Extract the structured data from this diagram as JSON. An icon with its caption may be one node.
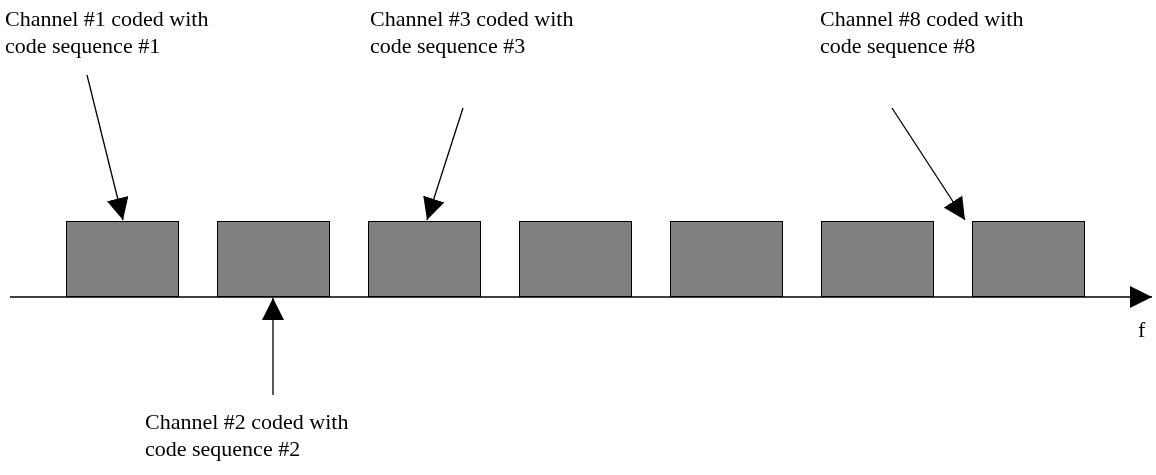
{
  "diagram": {
    "nodes": [
      {
        "text": [
          "Channel #1 coded with code sequence #1"
        ]
      },
      {
        "text": [
          "Channel #3 coded with code sequence #3"
        ]
      },
      {
        "text": [
          "Channel #8 coded with code sequence #8"
        ]
      },
      {
        "text": [],
        "shape": "box"
      },
      {
        "text": [],
        "shape": "box"
      },
      {
        "text": [],
        "shape": "box"
      },
      {
        "text": [],
        "shape": "box"
      },
      {
        "text": [],
        "shape": "box"
      },
      {
        "text": [],
        "shape": "box"
      },
      {
        "text": [],
        "shape": "box"
      },
      {
        "text": [
          "Channel #2 coded with code sequence #2"
        ]
      }
    ],
    "edges": [
      {
        "from": 0,
        "to": 3,
        "arrow": "to"
      },
      {
        "from": 1,
        "to": 5,
        "arrow": "to"
      },
      {
        "from": 2,
        "to": 9,
        "arrow": "to"
      },
      {
        "from": 10,
        "to": 4,
        "arrow": "to"
      }
    ],
    "labels": [
      "f"
    ]
  }
}
